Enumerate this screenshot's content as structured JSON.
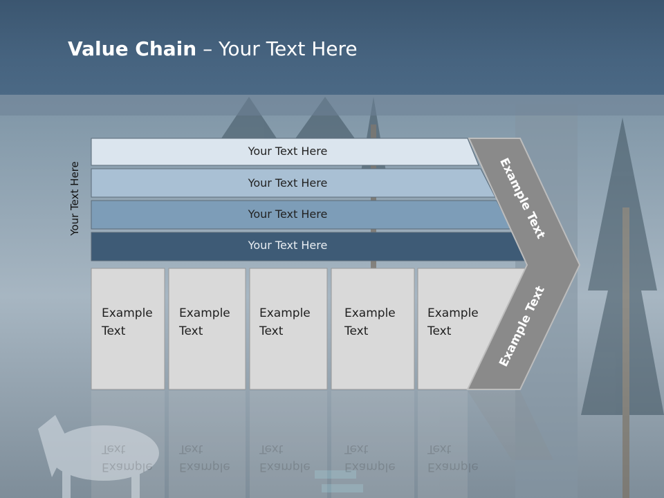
{
  "slide": {
    "title_bold": "Value Chain",
    "title_rest": " – Your Text Here",
    "side_label": "Your Text Here"
  },
  "bars": [
    {
      "label": "Your Text Here",
      "color": "#dbe5ee"
    },
    {
      "label": "Your Text Here",
      "color": "#a9c0d4"
    },
    {
      "label": "Your Text Here",
      "color": "#7d9db8"
    },
    {
      "label": "Your Text Here",
      "color": "#3e5b76"
    }
  ],
  "columns": [
    {
      "line1": "Example",
      "line2": "Text"
    },
    {
      "line1": "Example",
      "line2": "Text"
    },
    {
      "line1": "Example",
      "line2": "Text"
    },
    {
      "line1": "Example",
      "line2": "Text"
    },
    {
      "line1": "Example",
      "line2": "Text"
    }
  ],
  "chevron": {
    "upper_text": "Example Text",
    "lower_text": "Example Text",
    "color": "#8a8a8a"
  },
  "colors": {
    "header": "#46637f",
    "column_fill": "#d9d9d9"
  }
}
